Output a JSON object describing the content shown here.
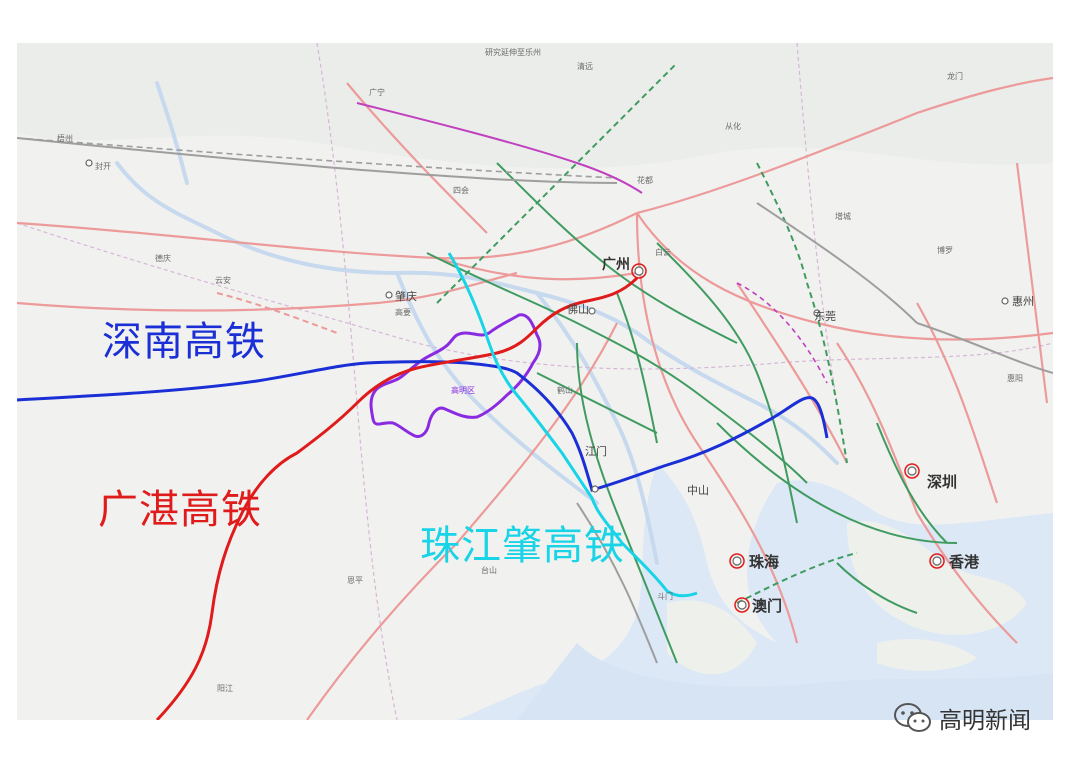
{
  "callouts": [
    {
      "id": "shennan",
      "text": "深南高铁",
      "color": "#1a2fd6"
    },
    {
      "id": "guangzhan",
      "text": "广湛高铁",
      "color": "#e01b1b"
    },
    {
      "id": "zhujiangzhao",
      "text": "珠江肇高铁",
      "color": "#19d4e6"
    }
  ],
  "cities_major": [
    {
      "id": "guangzhou",
      "text": "广州"
    },
    {
      "id": "shenzhen",
      "text": "深圳"
    },
    {
      "id": "zhuhai",
      "text": "珠海"
    },
    {
      "id": "aomen",
      "text": "澳门"
    },
    {
      "id": "xianggang",
      "text": "香港"
    },
    {
      "id": "dongguan",
      "text": "东莞"
    },
    {
      "id": "foshan",
      "text": "佛山"
    },
    {
      "id": "zhaoqing",
      "text": "肇庆"
    },
    {
      "id": "zhongshan",
      "text": "中山"
    },
    {
      "id": "jiangmen",
      "text": "江门"
    },
    {
      "id": "huizhou",
      "text": "惠州"
    }
  ],
  "places_minor": [
    {
      "id": "wuzhou",
      "text": "梧州"
    },
    {
      "id": "fengkai",
      "text": "封开"
    },
    {
      "id": "deqing",
      "text": "德庆"
    },
    {
      "id": "yunan",
      "text": "云安"
    },
    {
      "id": "sihui",
      "text": "四会"
    },
    {
      "id": "guangning",
      "text": "广宁"
    },
    {
      "id": "qingyuan",
      "text": "清远"
    },
    {
      "id": "conghua",
      "text": "从化"
    },
    {
      "id": "huadu",
      "text": "花都"
    },
    {
      "id": "baiyun",
      "text": "白云"
    },
    {
      "id": "zengcheng",
      "text": "增城"
    },
    {
      "id": "boluo",
      "text": "博罗"
    },
    {
      "id": "longmen",
      "text": "龙门"
    },
    {
      "id": "huiyang",
      "text": "惠阳"
    },
    {
      "id": "gaoyao",
      "text": "高要"
    },
    {
      "id": "yangjiang",
      "text": "阳江"
    },
    {
      "id": "enping",
      "text": "恩平"
    },
    {
      "id": "taishan",
      "text": "台山"
    },
    {
      "id": "heshan",
      "text": "鹤山"
    },
    {
      "id": "doumen",
      "text": "斗门"
    },
    {
      "id": "gaomingqu",
      "text": "高明区"
    },
    {
      "id": "yanshen",
      "text": "研究延伸至乐州"
    }
  ],
  "watermark": {
    "text": "高明新闻"
  },
  "colors": {
    "shennan": "#1a2fd6",
    "guangzhan": "#e01b1b",
    "zhujiangzhao": "#19d4e6",
    "gaoming_boundary": "#8a2be2",
    "guangning_line": "#c040c0",
    "existing_rail": "#e98a8a",
    "green_rail": "#3a9a5a",
    "gray_rail": "#9a9a9a",
    "water": "#dfeaf6"
  }
}
